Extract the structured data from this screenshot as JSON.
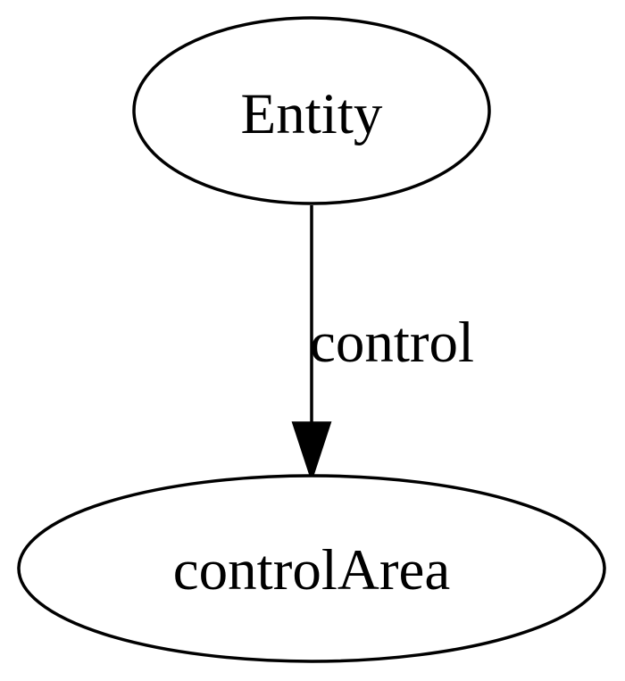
{
  "nodes": {
    "source": {
      "label": "Entity"
    },
    "target": {
      "label": "controlArea"
    }
  },
  "edge": {
    "label": "control"
  },
  "colors": {
    "stroke": "#000000",
    "fill": "#ffffff",
    "text": "#000000"
  }
}
